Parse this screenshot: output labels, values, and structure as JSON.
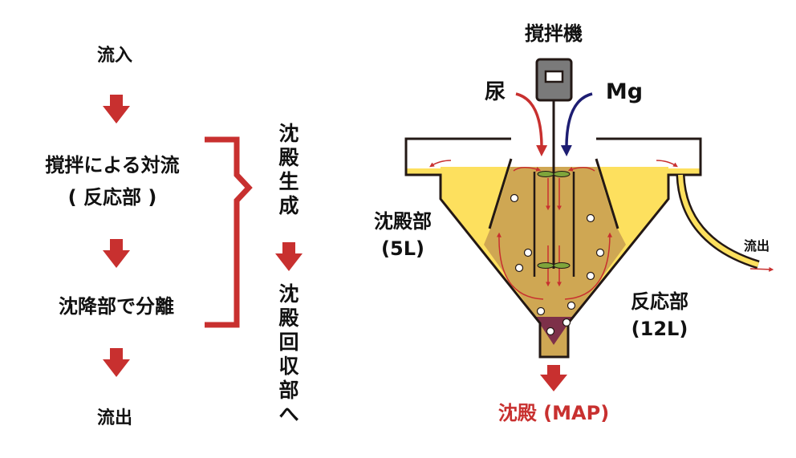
{
  "flow": {
    "inflow": "流入",
    "stirring": "撹拌による対流",
    "reaction_part": "( 反応部 )",
    "settling": "沈降部で分離",
    "outflow": "流出"
  },
  "side": {
    "precip_gen": [
      "沈",
      "殿",
      "生",
      "成"
    ],
    "precip_collect": [
      "沈",
      "殿",
      "回",
      "収",
      "部",
      "へ"
    ]
  },
  "apparatus": {
    "stirrer": "撹拌機",
    "urine": "尿",
    "mg": "Mg",
    "settling_label": "沈殿部",
    "settling_volume": "(5L)",
    "reaction_label": "反応部",
    "reaction_volume": "(12L)",
    "outflow": "流出",
    "precipitate": "沈殿 (MAP)"
  },
  "colors": {
    "red": "#c8302f",
    "navy": "#1d1d72",
    "yellow": "#fde05e",
    "brown": "#cfa753",
    "sediment": "#7d3049",
    "paddle": "#7ea53b",
    "motor": "#7a7a7a"
  }
}
